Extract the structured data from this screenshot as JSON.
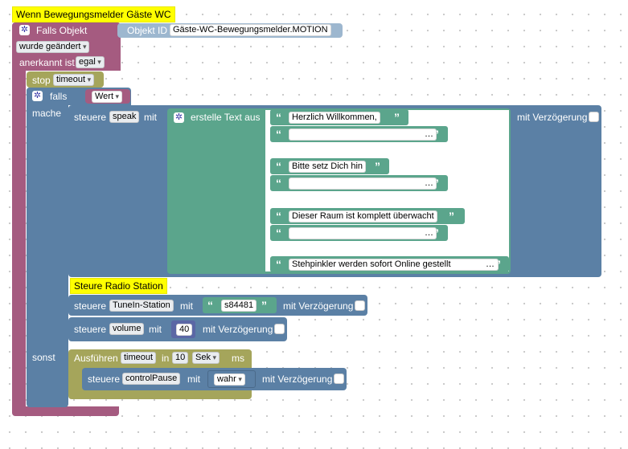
{
  "comments": {
    "top": "Wenn Bewegungsmelder Gäste WC",
    "radio": "Steure Radio Station"
  },
  "trigger": {
    "falls_objekt_label": "Falls Objekt",
    "objekt_id_label": "Objekt ID",
    "objekt_id_value": "Gäste-WC-Bewegungsmelder.MOTION",
    "wurde_geaendert": "wurde geändert",
    "anerkannt_ist_label": "anerkannt ist",
    "anerkannt_value": "egal"
  },
  "stop": {
    "label": "stop",
    "value": "timeout"
  },
  "if_block": {
    "falls_label": "falls",
    "wert_label": "Wert",
    "mache_label": "mache",
    "sonst_label": "sonst"
  },
  "speak": {
    "steuere_label": "steuere",
    "device": "speak",
    "mit_label": "mit",
    "text_label": "erstelle Text aus",
    "texts": [
      "Herzlich Willkommen,",
      "…",
      "Bitte setz Dich hin",
      "…",
      "Dieser Raum ist komplett überwacht",
      "…",
      "Stehpinkler werden sofort Online gestellt"
    ],
    "last_text_ellipsis": "…",
    "delay_label": "mit Verzögerung"
  },
  "radio": {
    "steuere_label": "steuere",
    "device": "TuneIn-Station",
    "mit_label": "mit",
    "value": "s84481",
    "delay_label": "mit Verzögerung"
  },
  "volume": {
    "steuere_label": "steuere",
    "device": "volume",
    "mit_label": "mit",
    "value": "40",
    "delay_label": "mit Verzögerung"
  },
  "timeout": {
    "label": "Ausführen",
    "name": "timeout",
    "in_label": "in",
    "value": "10",
    "unit": "Sek",
    "ms_label": "ms"
  },
  "pause": {
    "steuere_label": "steuere",
    "device": "controlPause",
    "mit_label": "mit",
    "value": "wahr",
    "delay_label": "mit Verzögerung"
  },
  "colors": {
    "event": "#a55b80",
    "logic": "#5b80a5",
    "timeout": "#a5a55b",
    "text": "#5ba58c",
    "comment": "#ffff00",
    "id_block": "#9db7cf"
  }
}
